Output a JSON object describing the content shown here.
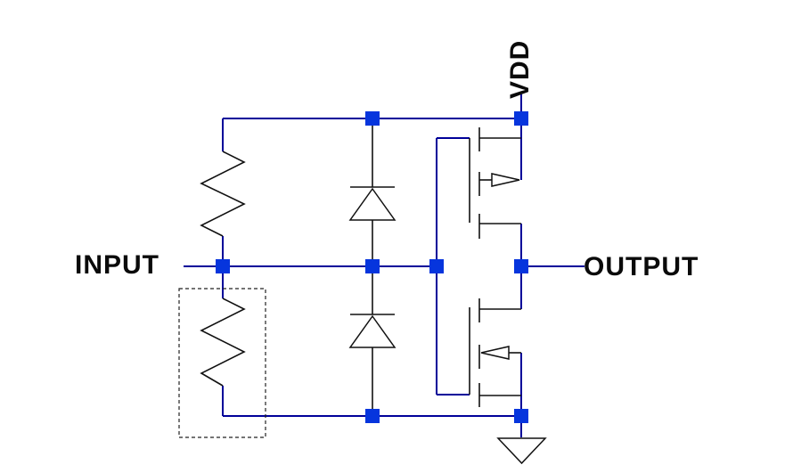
{
  "schematic": {
    "labels": {
      "input": "INPUT",
      "output": "OUTPUT",
      "vdd": "VDD"
    },
    "colors": {
      "wire": "#000099",
      "node": "#0635dd",
      "component": "#111111",
      "label": "#0a0a0a",
      "background": "#ffffff"
    },
    "components": [
      "pull-up-resistor",
      "series-resistor-in-dashed-box",
      "clamp-diode-to-vdd",
      "clamp-diode-to-ground",
      "pmos-transistor",
      "nmos-transistor",
      "ground-symbol"
    ],
    "junction_count": 8
  }
}
